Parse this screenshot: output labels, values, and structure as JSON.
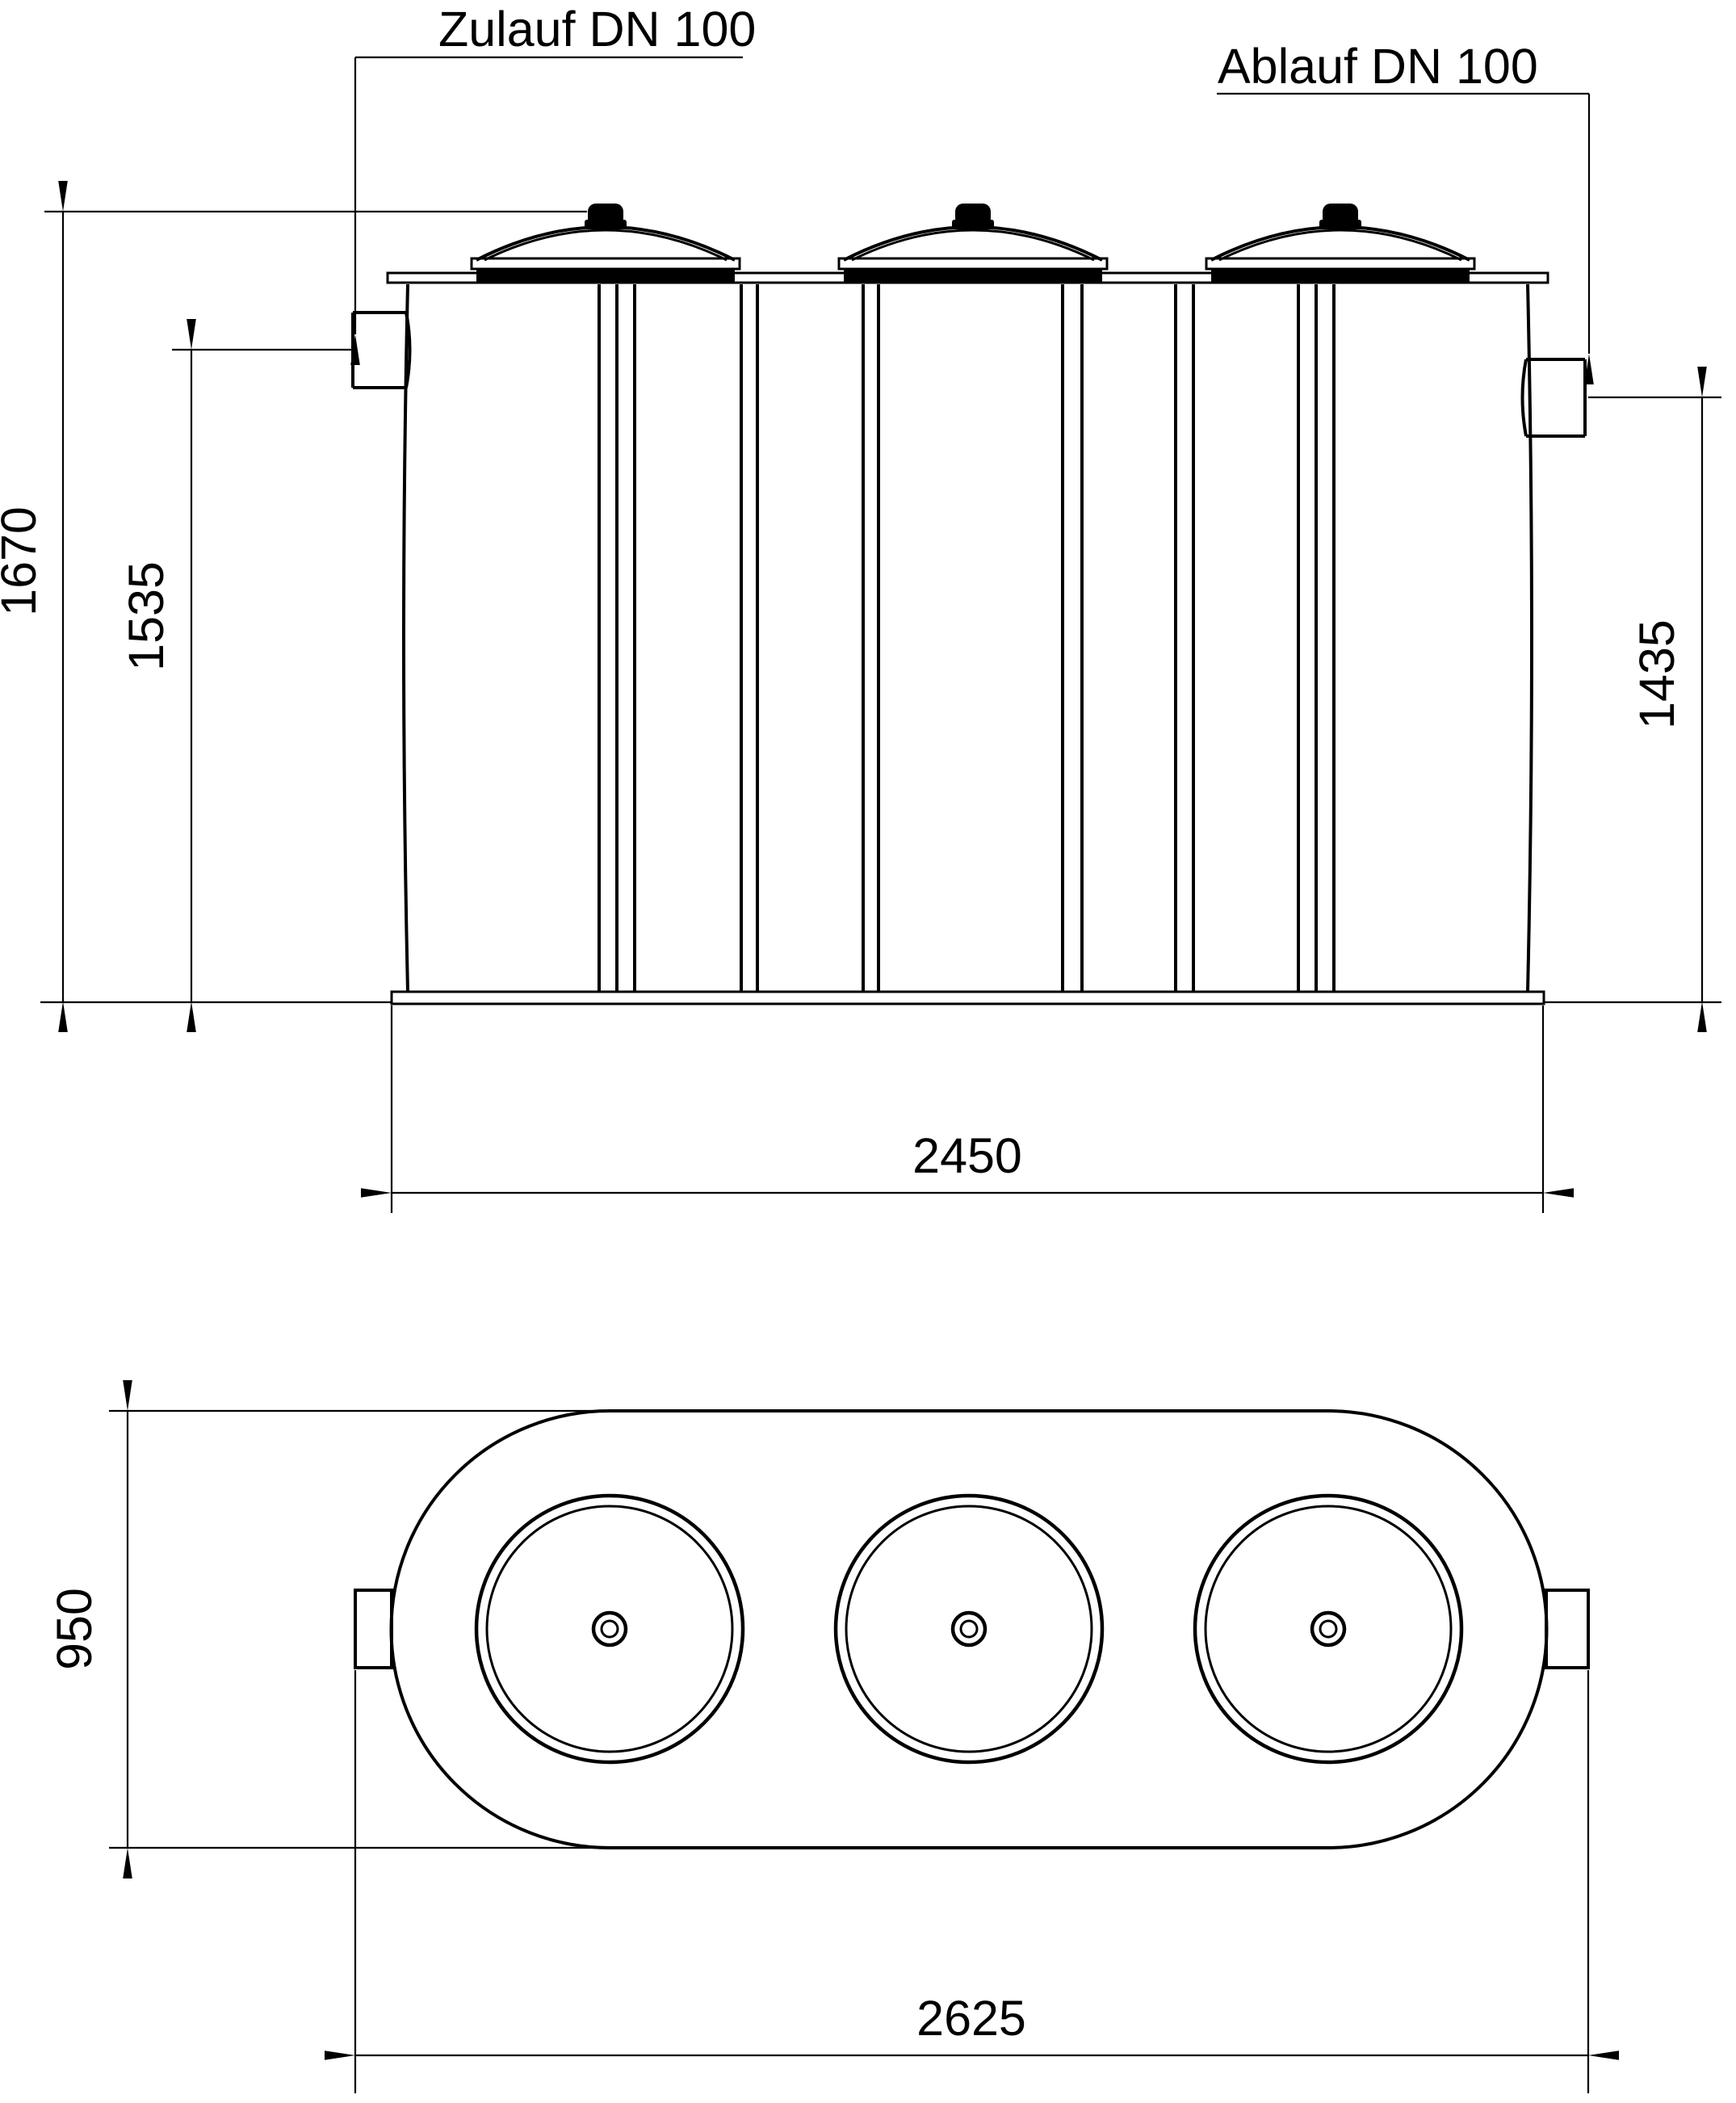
{
  "drawing": {
    "inlet_label": "Zulauf DN 100",
    "outlet_label": "Ablauf DN 100",
    "elevation_dimensions": {
      "overall_height": "1670",
      "inlet_invert_height": "1535",
      "outlet_invert_height": "1435",
      "base_length": "2450"
    },
    "plan_dimensions": {
      "width": "950",
      "overall_length": "2625"
    },
    "colors": {
      "line": "#000000",
      "background": "#ffffff"
    }
  }
}
